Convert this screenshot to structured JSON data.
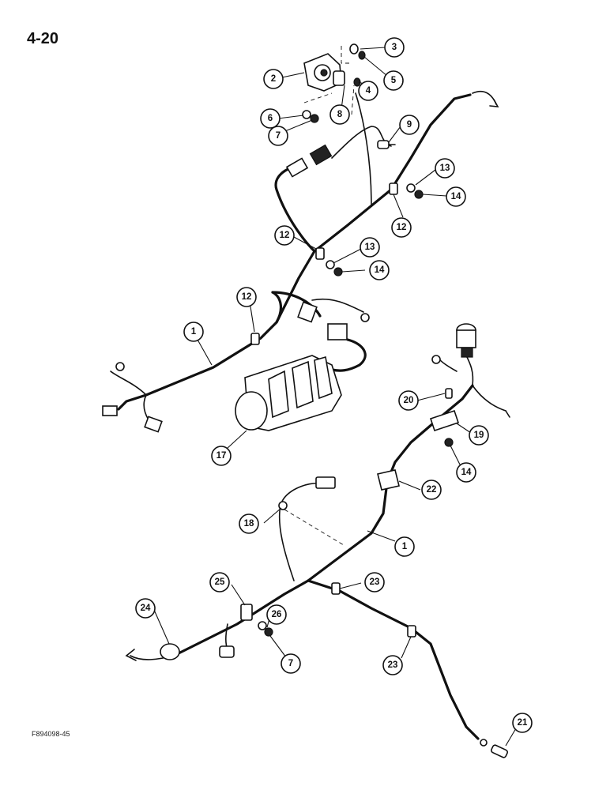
{
  "page": {
    "number": "4-20",
    "figure_code": "F894098-45"
  },
  "callouts": [
    {
      "label": "1"
    },
    {
      "label": "1"
    },
    {
      "label": "2"
    },
    {
      "label": "3"
    },
    {
      "label": "4"
    },
    {
      "label": "5"
    },
    {
      "label": "6"
    },
    {
      "label": "7"
    },
    {
      "label": "7"
    },
    {
      "label": "8"
    },
    {
      "label": "9"
    },
    {
      "label": "12"
    },
    {
      "label": "12"
    },
    {
      "label": "12"
    },
    {
      "label": "13"
    },
    {
      "label": "13"
    },
    {
      "label": "14"
    },
    {
      "label": "14"
    },
    {
      "label": "14"
    },
    {
      "label": "17"
    },
    {
      "label": "18"
    },
    {
      "label": "19"
    },
    {
      "label": "20"
    },
    {
      "label": "21"
    },
    {
      "label": "22"
    },
    {
      "label": "23"
    },
    {
      "label": "23"
    },
    {
      "label": "24"
    },
    {
      "label": "25"
    },
    {
      "label": "26"
    }
  ]
}
